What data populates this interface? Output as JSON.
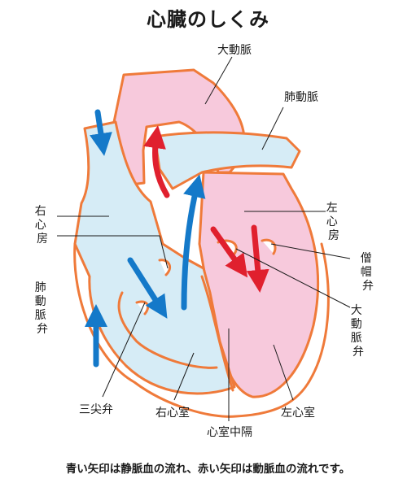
{
  "title": "心臓のしくみ",
  "caption": "青い矢印は静脈血の流れ、赤い矢印は動脈血の流れです。",
  "labels": {
    "aorta": "大動脈",
    "pulmonary_artery": "肺動脈",
    "right_atrium": [
      "右",
      "心",
      "房"
    ],
    "left_atrium": [
      "左",
      "心",
      "房"
    ],
    "mitral_valve": [
      "僧",
      "帽",
      "弁"
    ],
    "pulmonary_valve": [
      "肺",
      "動",
      "脈",
      "弁"
    ],
    "aortic_valve": [
      "大",
      "動",
      "脈",
      "弁"
    ],
    "tricuspid_valve": "三尖弁",
    "right_ventricle": "右心室",
    "septum": "心室中隔",
    "left_ventricle": "左心室"
  },
  "colors": {
    "venous_blood": "#d6ecf6",
    "arterial_blood": "#f7c9dc",
    "wall": "#ef7a3a",
    "venous_arrow": "#1479c9",
    "arterial_arrow": "#e0202e"
  }
}
